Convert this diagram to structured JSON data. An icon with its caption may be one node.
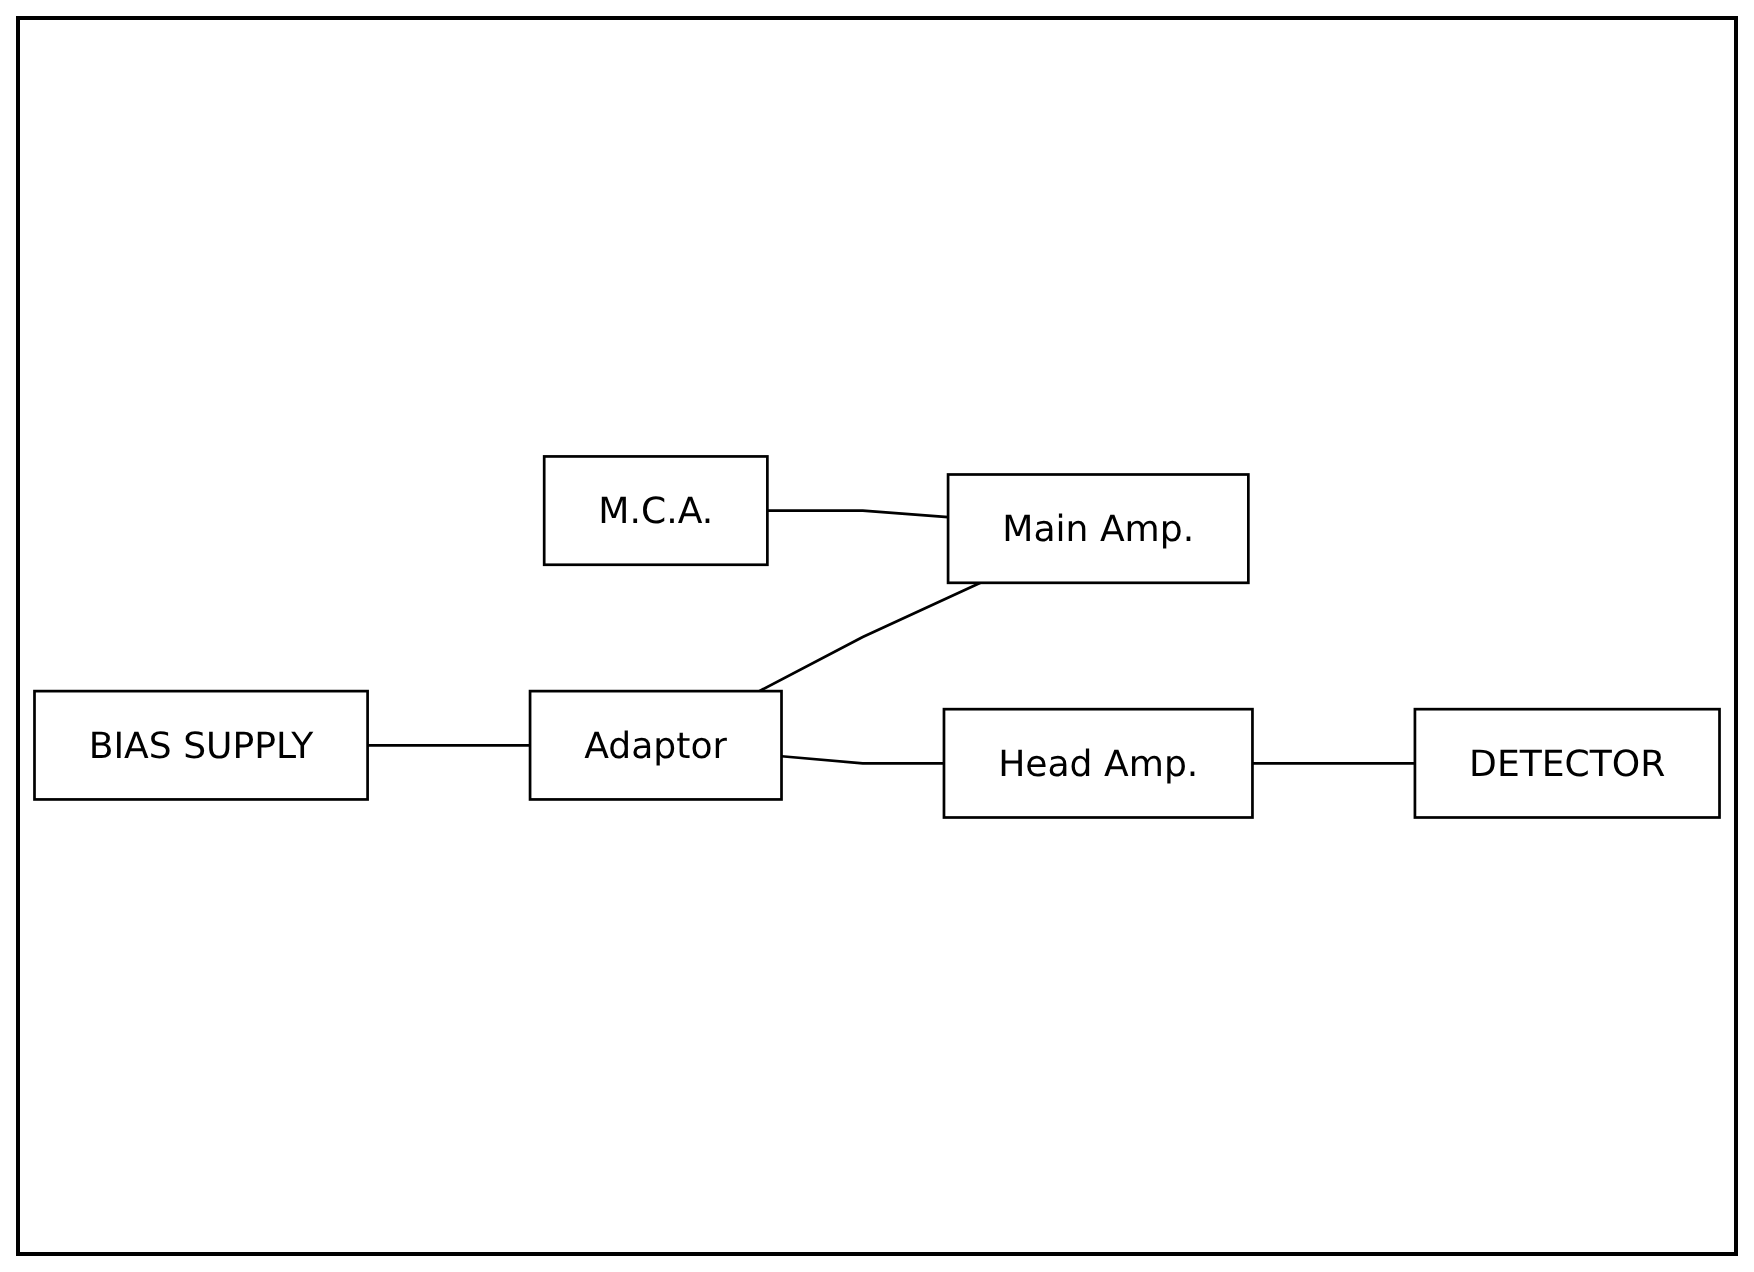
{
  "diagram": {
    "nodes": [
      {
        "text": [
          "M.C.A."
        ]
      },
      {
        "text": [
          "BIAS SUPPLY"
        ]
      },
      {
        "text": [
          "Adaptor"
        ]
      },
      {
        "text": [
          "Main Amp."
        ]
      },
      {
        "text": [
          "DETECTOR"
        ]
      },
      {
        "text": [
          "Head Amp."
        ]
      }
    ],
    "edges": [
      {
        "from": 1,
        "to": 2,
        "arrow": "none"
      },
      {
        "from": 2,
        "to": 3,
        "arrow": "none"
      },
      {
        "from": 0,
        "to": 3,
        "arrow": "none"
      },
      {
        "from": 2,
        "to": 5,
        "arrow": "none"
      },
      {
        "from": 5,
        "to": 4,
        "arrow": "none"
      }
    ]
  }
}
